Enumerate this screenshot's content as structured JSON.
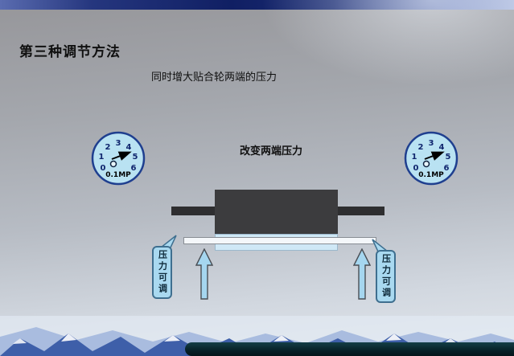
{
  "slide": {
    "title": "第三种调节方法",
    "subtitle": "同时增大贴合轮两端的压力",
    "diagram_label": "改变两端压力"
  },
  "gauges": {
    "numbers": [
      "0",
      "1",
      "2",
      "3",
      "4",
      "5",
      "6"
    ],
    "unit": "0.1MP"
  },
  "callouts": {
    "left": "压力可调",
    "right": "压力可调"
  },
  "colors": {
    "gauge_fill": "#b9e2f2",
    "gauge_ring": "#1f3f8f",
    "arrow_fill": "#a5d6ef",
    "roller_dark": "#3c3c3e",
    "roller_blue": "#cfe8f6",
    "mountain_blue": "#3e5fa9",
    "top_band_blue": "#101f63",
    "bottom_bar": "#072229"
  }
}
